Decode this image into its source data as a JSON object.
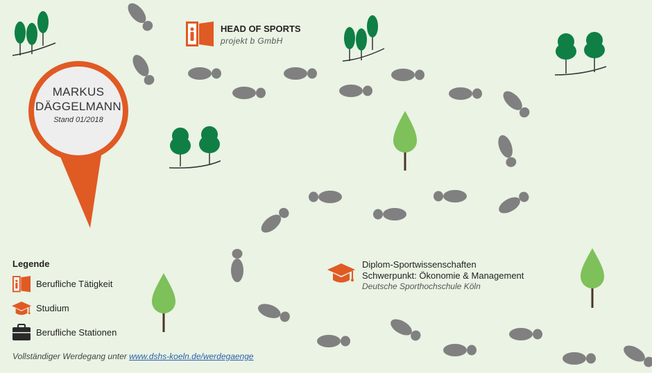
{
  "pin": {
    "name_line1": "MARKUS",
    "name_line2": "DÄGGELMANN",
    "date": "Stand 01/2018"
  },
  "job": {
    "title": "HEAD OF SPORTS",
    "company": "projekt b GmbH",
    "icon": "job-icon"
  },
  "study": {
    "line1": "Diplom-Sportwissenschaften",
    "line2": "Schwerpunkt: Ökonomie & Management",
    "institution": "Deutsche Sporthochschule Köln",
    "icon": "graduation-cap-icon"
  },
  "legend": {
    "title": "Legende",
    "items": [
      {
        "label": "Berufliche Tätigkeit",
        "icon": "job-icon"
      },
      {
        "label": "Studium",
        "icon": "graduation-cap-icon"
      },
      {
        "label": "Berufliche Stationen",
        "icon": "briefcase-icon"
      }
    ]
  },
  "footer": {
    "prefix": "Vollständiger Werdegang unter",
    "link_text": "www.dshs-koeln.de/werdegaenge"
  },
  "colors": {
    "background": "#eaf3e4",
    "accent_orange": "#e05a24",
    "footprint_gray": "#808080",
    "tree_dark_green": "#0f7f45",
    "tree_light_green": "#7ec05a",
    "trunk_brown": "#4a3426",
    "briefcase_black": "#2a2a2a"
  }
}
